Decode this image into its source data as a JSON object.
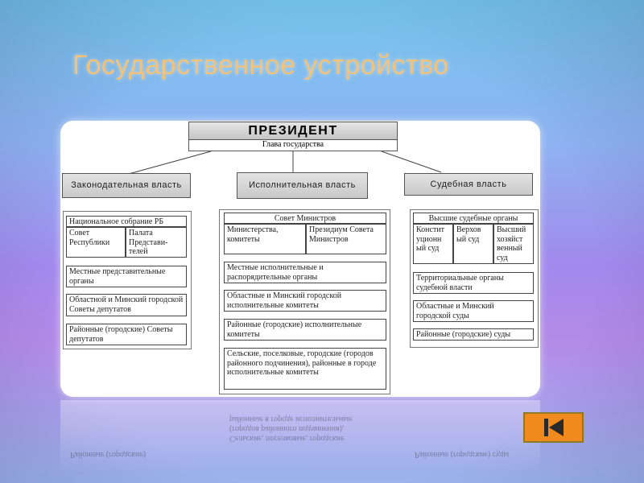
{
  "title": "Государственное устройство",
  "president": {
    "label": "ПРЕЗИДЕНТ",
    "subtitle": "Глава государства"
  },
  "legislative": {
    "label": "Законодательная власть",
    "assembly": "Национальное собрание РБ",
    "chamber_left": "Совет Республики",
    "chamber_right": "Палата Представи-телей",
    "local": "Местные представительные органы",
    "regional": "Областной и Минский городской Советы депутатов",
    "district": "Районные (городские) Советы депутатов"
  },
  "executive": {
    "label": "Исполнительная власть",
    "council": "Совет Министров",
    "ministries": "Министерства, комитеты",
    "presidium": "Президиум Совета Министров",
    "local": "Местные исполнительные и распорядительные органы",
    "regional": "Областные и Минский городской исполнительные комитеты",
    "district": "Районные (городские) исполнительные комитеты",
    "rural": "Сельские, поселковые, городские (городов районного подчинения), районные в городе исполнительные комитеты"
  },
  "judicial": {
    "label": "Судебная власть",
    "higher": "Высшие судебные органы",
    "constitutional": "Констит уционн ый суд",
    "supreme": "Верхов ый суд",
    "economic": "Высший хозяйст венный суд",
    "territorial": "Территориальные органы судебной власти",
    "regional": "Областные и Минский городской суды",
    "district": "Районные (городские) суды"
  },
  "reflection": {
    "line1": "районные в городе исполнительные",
    "line2": "(городов районного подчинения),",
    "line3": "Сельские, поселковые, городские",
    "line4": "Районные (городские)",
    "line5": "Районные (городские) суды"
  },
  "nav": {
    "back_icon": "skip-back-icon"
  }
}
